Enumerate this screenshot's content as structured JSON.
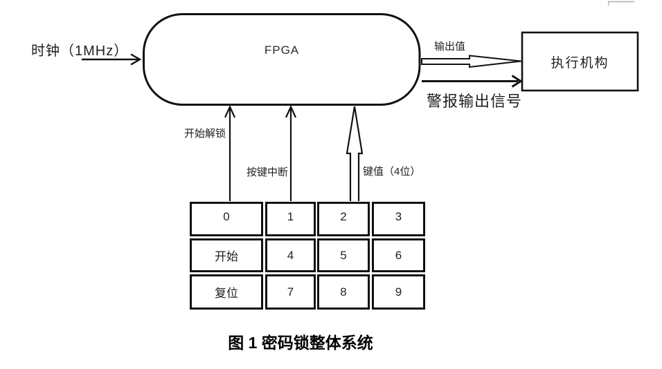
{
  "diagram": {
    "clock_label": "时钟（1MHz）",
    "fpga_label": "FPGA",
    "output_value_label": "输出值",
    "alarm_label": "警报输出信号",
    "actuator_label": "执行机构",
    "unlock_label": "开始解锁",
    "interrupt_label": "按键中断",
    "keyvalue_label": "键值（4位）",
    "caption": "图 1 密码锁整体系统",
    "colors": {
      "line": "#1a1a1a",
      "background": "#ffffff",
      "artifact_gray": "#bdbdbd"
    }
  },
  "keypad": {
    "rows": [
      [
        "0",
        "1",
        "2",
        "3"
      ],
      [
        "开始",
        "4",
        "5",
        "6"
      ],
      [
        "复位",
        "7",
        "8",
        "9"
      ]
    ]
  }
}
